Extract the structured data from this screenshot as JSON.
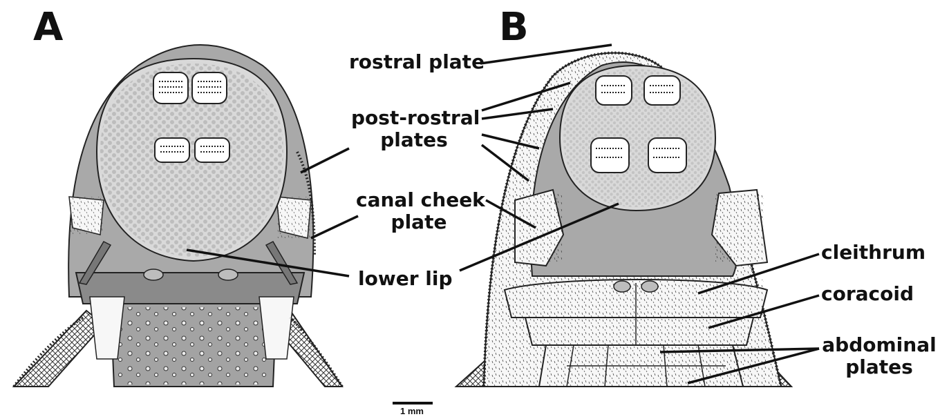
{
  "panels": {
    "a": "A",
    "b": "B"
  },
  "labels": {
    "rostral_plate": "rostral plate",
    "post_rostral_1": "post-rostral",
    "post_rostral_2": "plates",
    "canal_cheek_1": "canal cheek",
    "canal_cheek_2": "plate",
    "lower_lip": "lower lip",
    "cleithrum": "cleithrum",
    "coracoid": "coracoid",
    "abdominal_1": "abdominal",
    "abdominal_2": "plates"
  },
  "scale": {
    "text": "1 mm"
  },
  "colors": {
    "outline": "#222222",
    "head_gray": "#a9a9a9",
    "lip_light": "#d9d9d9",
    "papilla": "#bdbdbd",
    "plate_white": "#f7f7f7",
    "dark_band": "#8a8a8a"
  }
}
